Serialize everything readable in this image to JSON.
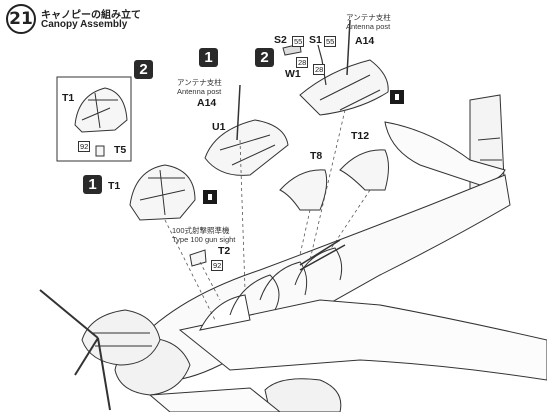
{
  "step": {
    "number": "21",
    "title_jp": "キャノピーの組み立て",
    "title_en": "Canopy Assembly"
  },
  "option_badges": {
    "option_a": "1",
    "option_b": "2"
  },
  "annotations": {
    "antenna_jp_1": "アンテナ支柱",
    "antenna_en_1": "Antenna post",
    "antenna_jp_2": "アンテナ支柱",
    "antenna_en_2": "Antenna post",
    "gunsight_jp": "100式射撃照準機",
    "gunsight_en": "Type 100 gun sight"
  },
  "part_labels": {
    "s2": "S2",
    "s1": "S1",
    "a14_top": "A14",
    "w1": "W1",
    "a14_mid": "A14",
    "u1": "U1",
    "t1_box": "T1",
    "t5": "T5",
    "t1_main": "T1",
    "t8": "T8",
    "t12": "T12",
    "t2": "T2"
  },
  "part_tags": {
    "tag_55_a": "55",
    "tag_55_b": "55",
    "tag_28_a": "28",
    "tag_28_b": "28",
    "tag_92_a": "92",
    "tag_92_b": "92"
  }
}
